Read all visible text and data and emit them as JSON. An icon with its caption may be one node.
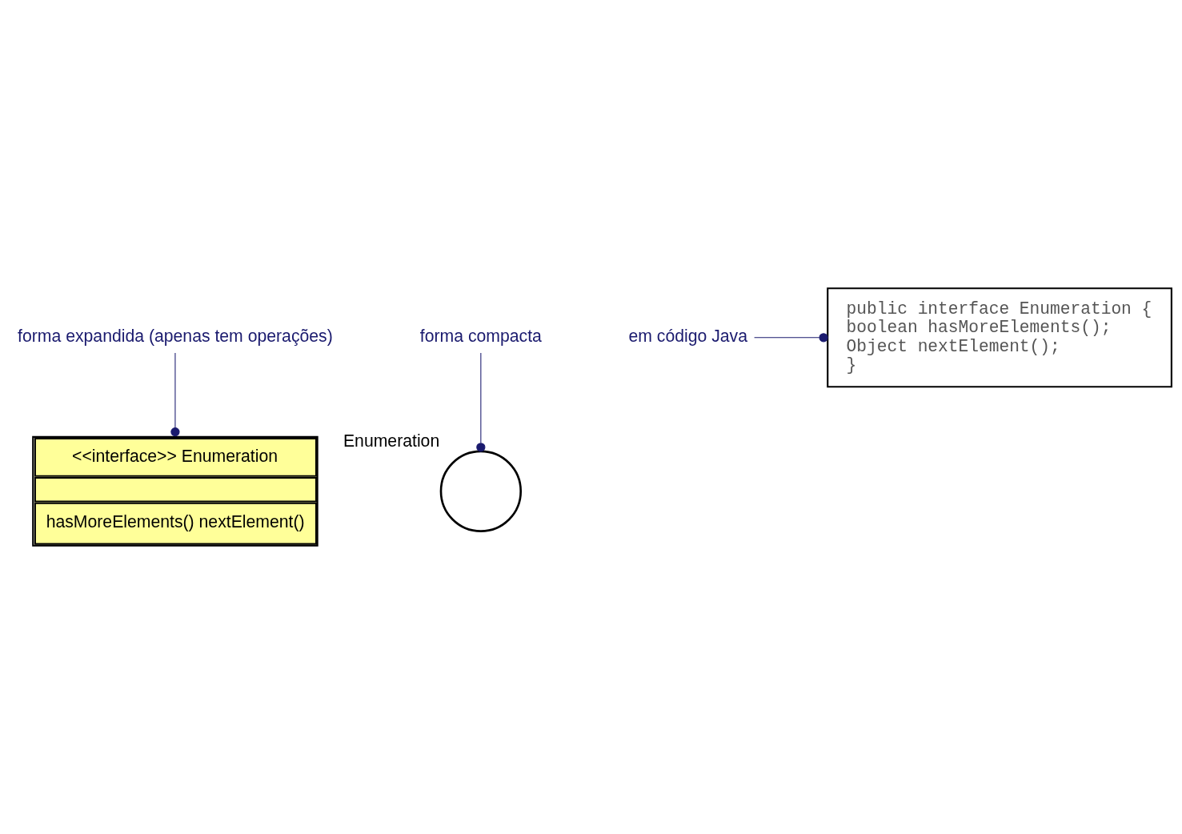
{
  "diagram": {
    "nodes": [
      {
        "text": [
          "forma expandida (apenas tem operações)"
        ]
      },
      {
        "text": [
          "<<interface>> Enumeration",
          "hasMoreElements() nextElement()"
        ]
      },
      {
        "text": [
          "forma compacta"
        ]
      },
      {
        "text": [],
        "shape": "circle",
        "beside": [
          "Enumeration"
        ]
      },
      {
        "text": [
          "em código Java"
        ]
      },
      {
        "text": [
          "public interface Enumeration {",
          "boolean hasMoreElements();",
          "Object nextElement();",
          "}"
        ]
      }
    ],
    "edges": [
      {
        "from": 0,
        "to": 1,
        "arrow": "other"
      },
      {
        "from": 2,
        "to": 3,
        "arrow": "other"
      },
      {
        "from": 4,
        "to": 5,
        "arrow": "other"
      }
    ]
  }
}
